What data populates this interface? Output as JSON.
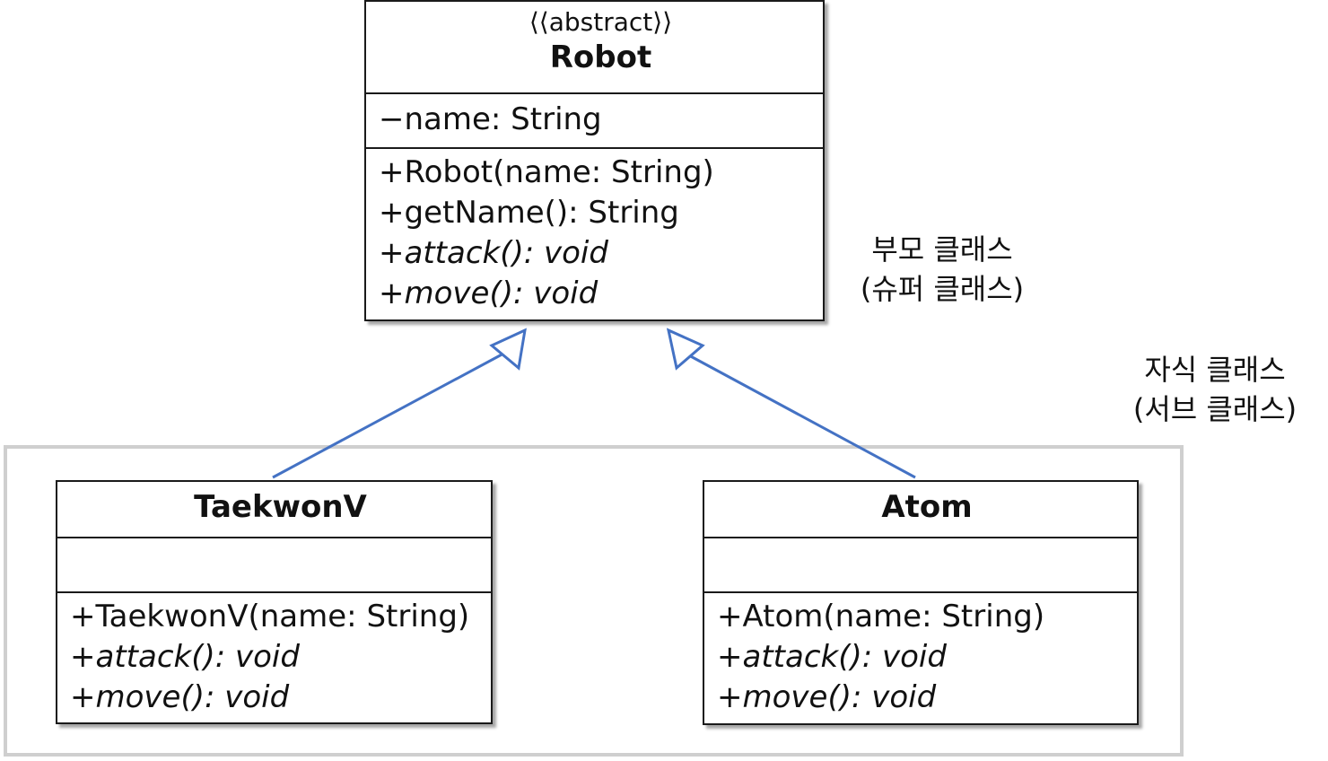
{
  "robot": {
    "stereotype": "⟨⟨abstract⟩⟩",
    "name": "Robot",
    "attributes": [
      "−name: String"
    ],
    "operations": [
      {
        "text": "+Robot(name: String)",
        "abstract": false
      },
      {
        "text": "+getName(): String",
        "abstract": false
      },
      {
        "text": "+attack(): void",
        "abstract": true
      },
      {
        "text": "+move(): void",
        "abstract": true
      }
    ]
  },
  "taekwonv": {
    "name": "TaekwonV",
    "operations": [
      {
        "text": "+TaekwonV(name: String)",
        "abstract": false
      },
      {
        "text": "+attack(): void",
        "abstract": true
      },
      {
        "text": "+move(): void",
        "abstract": true
      }
    ]
  },
  "atom": {
    "name": "Atom",
    "operations": [
      {
        "text": "+Atom(name: String)",
        "abstract": false
      },
      {
        "text": "+attack(): void",
        "abstract": true
      },
      {
        "text": "+move(): void",
        "abstract": true
      }
    ]
  },
  "notes": {
    "parent_line1": "부모 클래스",
    "parent_line2": "(슈퍼 클래스)",
    "child_line1": "자식 클래스",
    "child_line2": "(서브 클래스)"
  },
  "colors": {
    "connector": "#4472c4",
    "frame": "#cfcfcf"
  }
}
